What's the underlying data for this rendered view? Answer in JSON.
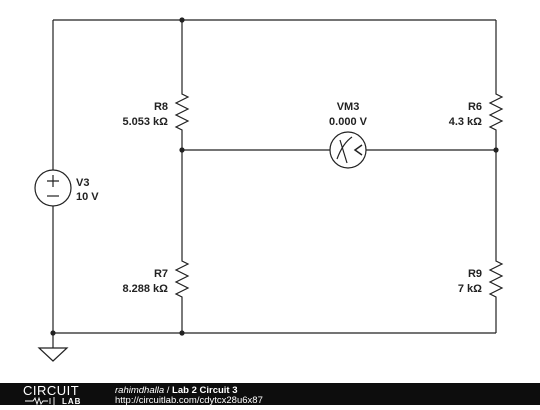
{
  "colors": {
    "wire": "#222222",
    "background": "#ffffff",
    "footer_bg": "#0d0d0d",
    "footer_text": "#ffffff",
    "footer_subtle": "#cfcfcf"
  },
  "components": {
    "v3": {
      "name": "V3",
      "value": "10 V"
    },
    "r8": {
      "name": "R8",
      "value": "5.053 kΩ"
    },
    "r6": {
      "name": "R6",
      "value": "4.3 kΩ"
    },
    "r7": {
      "name": "R7",
      "value": "8.288 kΩ"
    },
    "r9": {
      "name": "R9",
      "value": "7 kΩ"
    },
    "vm3": {
      "name": "VM3",
      "value": "0.000 V"
    }
  },
  "footer": {
    "logo_top": "CIRCUIT",
    "logo_bottom": "LAB",
    "author": "rahimdhalla",
    "separator": " / ",
    "title": "Lab 2 Circuit 3",
    "url": "http://circuitlab.com/cdytcx28u6x87"
  }
}
